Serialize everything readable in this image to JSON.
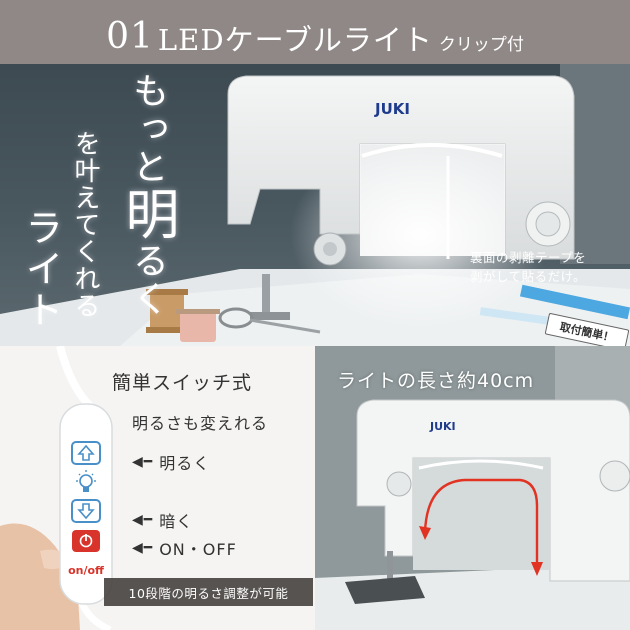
{
  "header": {
    "number": "01",
    "title": "LEDケーブルライト",
    "subtitle": "クリップ付"
  },
  "hero": {
    "line1": "もっと",
    "line1_big": "明",
    "line1_rest": "るく",
    "line2": "を叶えてくれる",
    "line3": "ライト",
    "brand": "JUKI",
    "peel_line1": "裏面の剥離テープを",
    "peel_line2": "剥がして貼るだけ。",
    "tag": "取付簡単！"
  },
  "switch_panel": {
    "title": "簡単スイッチ式",
    "subtitle": "明るさも変えれる",
    "bright": "明るく",
    "dark": "暗く",
    "onoff": "ON・OFF",
    "button_label": "on/off",
    "caption": "10段階の明るさ調整が可能"
  },
  "length_panel": {
    "title": "ライトの長さ約40cm",
    "brand": "JUKI"
  },
  "colors": {
    "header_bg": "#8f8886",
    "button_blue": "#4a90c8",
    "power_red": "#d9342b",
    "arrow_red": "#e23222"
  }
}
